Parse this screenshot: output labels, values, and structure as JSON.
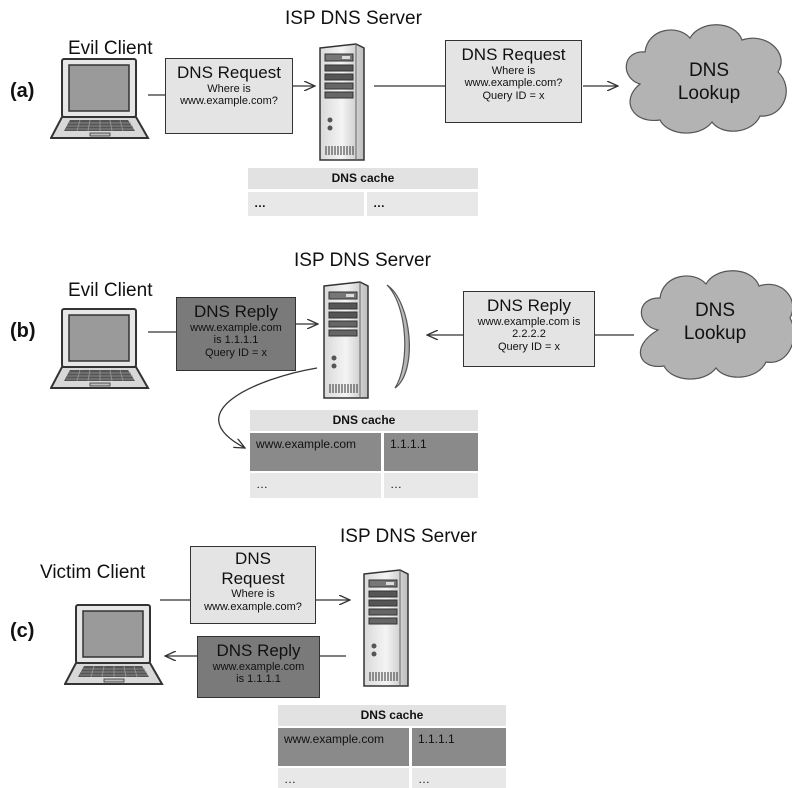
{
  "panels": [
    {
      "label": "(a)",
      "client": "Evil Client",
      "server": "ISP DNS Server",
      "box1": {
        "title": "DNS Request",
        "lines": [
          "Where is",
          "www.example.com?"
        ]
      },
      "box2": {
        "title": "DNS Request",
        "lines": [
          "Where is",
          "www.example.com?",
          "Query ID = x"
        ]
      },
      "cloud": [
        "DNS",
        "Lookup"
      ],
      "cache": {
        "header": "DNS cache",
        "rows": [
          [
            "…",
            "…"
          ]
        ]
      }
    },
    {
      "label": "(b)",
      "client": "Evil Client",
      "server": "ISP DNS Server",
      "box1": {
        "title": "DNS Reply",
        "lines": [
          "www.example.com",
          "is 1.1.1.1",
          "Query ID = x"
        ]
      },
      "box2": {
        "title": "DNS Reply",
        "lines": [
          "www.example.com is",
          "2.2.2.2",
          "Query ID = x"
        ]
      },
      "cloud": [
        "DNS",
        "Lookup"
      ],
      "cache": {
        "header": "DNS cache",
        "rows": [
          [
            "www.example.com",
            "1.1.1.1"
          ],
          [
            "…",
            "…"
          ]
        ]
      }
    },
    {
      "label": "(c)",
      "client": "Victim Client",
      "server": "ISP DNS Server",
      "box1": {
        "title1": "DNS",
        "title2": "Request",
        "lines": [
          "Where is",
          "www.example.com?"
        ]
      },
      "box2": {
        "title": "DNS Reply",
        "lines": [
          "www.example.com",
          "is 1.1.1.1"
        ]
      },
      "cache": {
        "header": "DNS cache",
        "rows": [
          [
            "www.example.com",
            "1.1.1.1"
          ],
          [
            "…",
            "…"
          ]
        ]
      }
    }
  ],
  "colors": {
    "light_box": "#e4e4e4",
    "dark_box": "#7a7a7a",
    "cloud": "#b3b3b3",
    "shield": "#c8c8c8"
  }
}
